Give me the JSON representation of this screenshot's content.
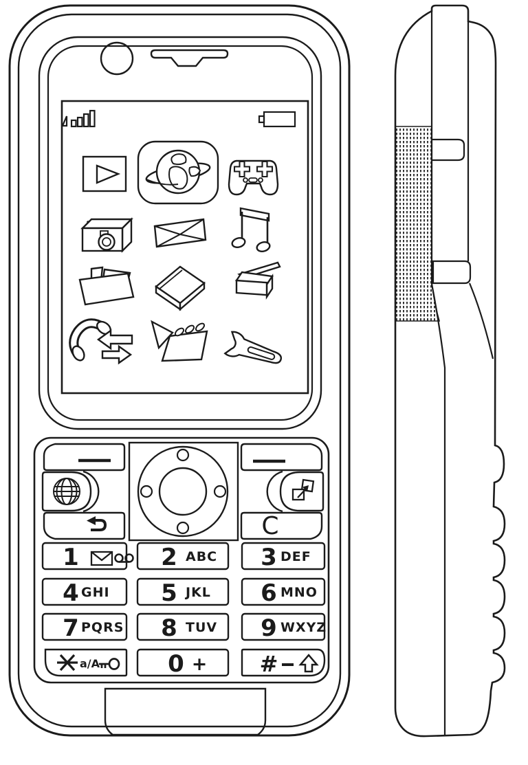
{
  "meta": {
    "description": "Black-and-white line drawing of a candy-bar mobile phone: front view with icon menu screen and keypad, plus right-hand side profile view"
  },
  "colors": {
    "line": "#1b1b1b",
    "background": "#ffffff"
  },
  "screen": {
    "status_bar": {
      "left_icon": "signal-strength-bars",
      "right_icon": "battery-outline"
    },
    "selected_app": "browser",
    "apps": [
      {
        "name": "media-player"
      },
      {
        "name": "browser-globe"
      },
      {
        "name": "games-controller"
      },
      {
        "name": "camera"
      },
      {
        "name": "mail-envelope"
      },
      {
        "name": "music-note"
      },
      {
        "name": "folder"
      },
      {
        "name": "book"
      },
      {
        "name": "utility-box"
      },
      {
        "name": "call-log"
      },
      {
        "name": "notes"
      },
      {
        "name": "tools-wrench"
      }
    ]
  },
  "keypad": {
    "left_soft_key_label": "—",
    "right_soft_key_label": "—",
    "clear_key_label": "C",
    "nav_icons": [
      "globe",
      "back-arrow",
      "open-in-new"
    ],
    "keys": [
      {
        "digit": "1",
        "letters": ""
      },
      {
        "digit": "2",
        "letters": "ABC"
      },
      {
        "digit": "3",
        "letters": "DEF"
      },
      {
        "digit": "4",
        "letters": "GHI"
      },
      {
        "digit": "5",
        "letters": "JKL"
      },
      {
        "digit": "6",
        "letters": "MNO"
      },
      {
        "digit": "7",
        "letters": "PQRS"
      },
      {
        "digit": "8",
        "letters": "TUV"
      },
      {
        "digit": "9",
        "letters": "WXYZ"
      },
      {
        "digit": "",
        "letters": "a/A"
      },
      {
        "digit": "0",
        "letters": "+"
      },
      {
        "digit": "#",
        "letters": ""
      }
    ]
  },
  "side_view": {
    "elements": [
      "strap-tab",
      "grip-texture",
      "side-keys"
    ]
  }
}
